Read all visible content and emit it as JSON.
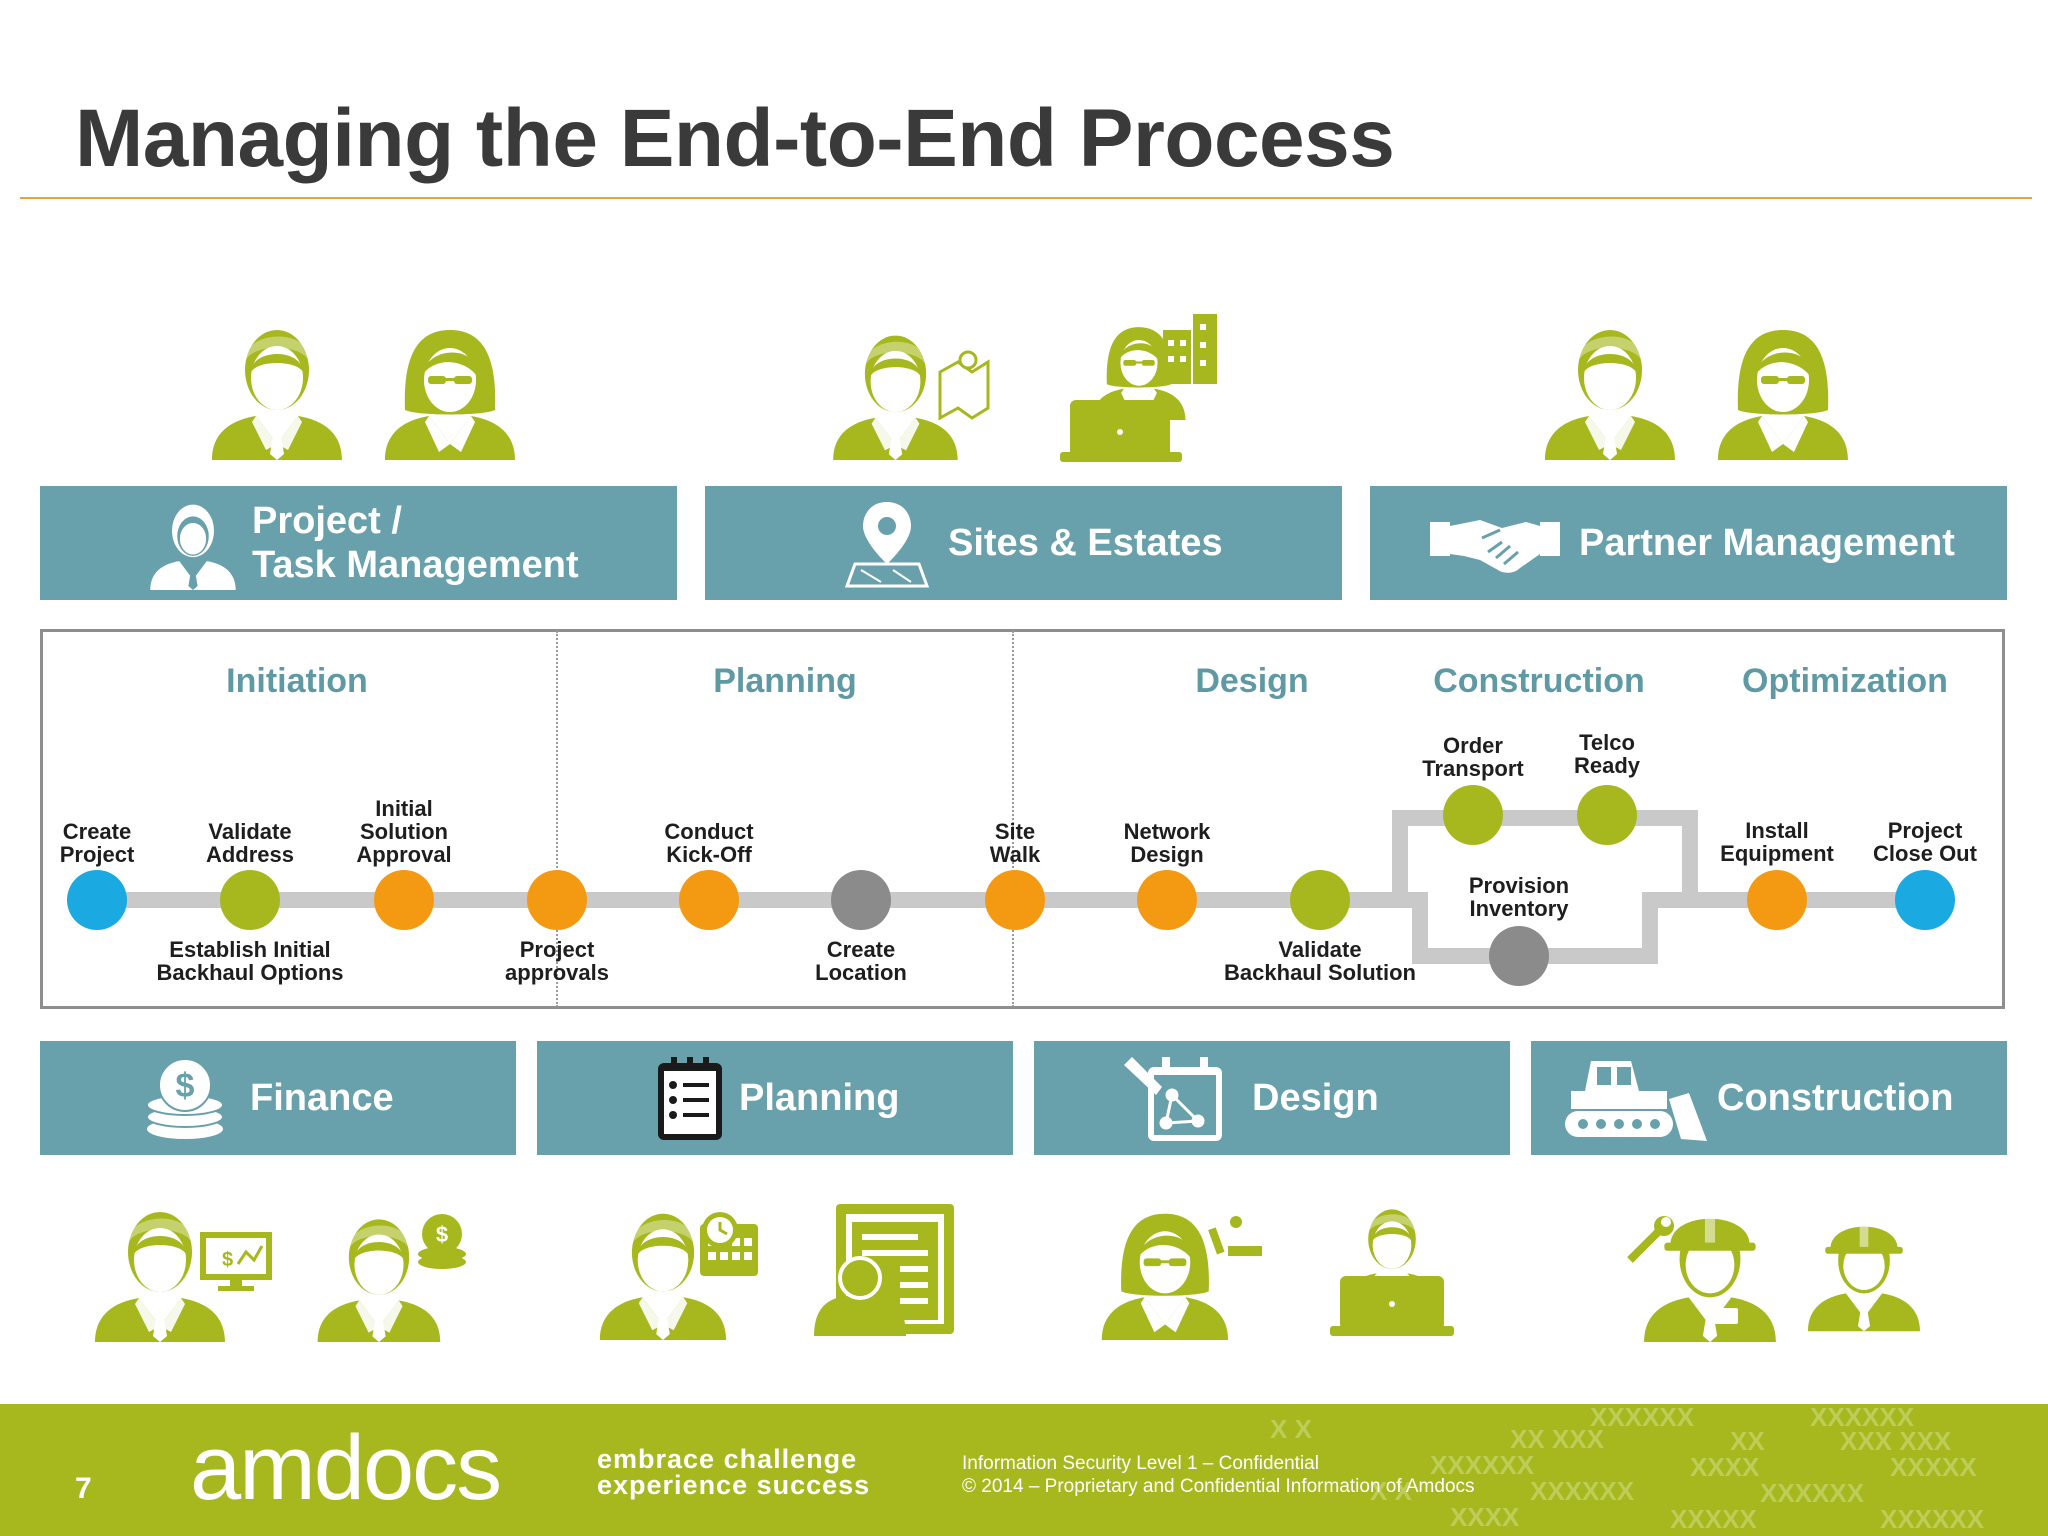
{
  "slide": {
    "title": "Managing the End-to-End Process",
    "page_number": "7"
  },
  "top_sections": [
    {
      "label_line1": "Project /",
      "label_line2": "Task Management",
      "icon": "manager-icon"
    },
    {
      "label": "Sites & Estates",
      "icon": "map-pin-icon"
    },
    {
      "label": "Partner Management",
      "icon": "handshake-icon"
    }
  ],
  "phases": [
    "Initiation",
    "Planning",
    "Design",
    "Construction",
    "Optimization"
  ],
  "process_nodes": [
    {
      "label": "Create\nProject",
      "color": "#1aa9e0"
    },
    {
      "label": "Validate\nAddress",
      "color": "#a6b81e"
    },
    {
      "label": "Initial\nSolution\nApproval",
      "color": "#f39a12"
    },
    {
      "label": "Project\napprovals",
      "color": "#f39a12"
    },
    {
      "label": "Conduct\nKick-Off",
      "color": "#f39a12"
    },
    {
      "label": "Create\nLocation",
      "color": "#8b8b8b"
    },
    {
      "label": "Site\nWalk",
      "color": "#f39a12"
    },
    {
      "label": "Network\nDesign",
      "color": "#f39a12"
    },
    {
      "label": "Validate\nBackhaul Solution",
      "color": "#a6b81e"
    },
    {
      "label": "Order\nTransport",
      "color": "#a6b81e"
    },
    {
      "label": "Telco\nReady",
      "color": "#a6b81e"
    },
    {
      "label": "Provision\nInventory",
      "color": "#8b8b8b"
    },
    {
      "label": "Install\nEquipment",
      "color": "#f39a12"
    },
    {
      "label": "Project\nClose Out",
      "color": "#1aa9e0"
    }
  ],
  "extra_labels": {
    "establish_backhaul": "Establish Initial\nBackhaul Options"
  },
  "bottom_sections": [
    {
      "label": "Finance",
      "icon": "coin-stack-icon"
    },
    {
      "label": "Planning",
      "icon": "checklist-icon"
    },
    {
      "label": "Design",
      "icon": "design-board-icon"
    },
    {
      "label": "Construction",
      "icon": "bulldozer-icon"
    }
  ],
  "footer": {
    "logo": "amdocs",
    "tagline_line1": "embrace challenge",
    "tagline_line2": "experience success",
    "legal_line1": "Information Security Level 1 – Confidential",
    "legal_line2": "© 2014 – Proprietary and Confidential Information of Amdocs"
  },
  "colors": {
    "teal": "#68a1ab",
    "olive": "#a6b81e",
    "orange": "#f39a12",
    "blue": "#1aa9e0",
    "gray": "#8b8b8b",
    "title_rule": "#e7a33a"
  }
}
